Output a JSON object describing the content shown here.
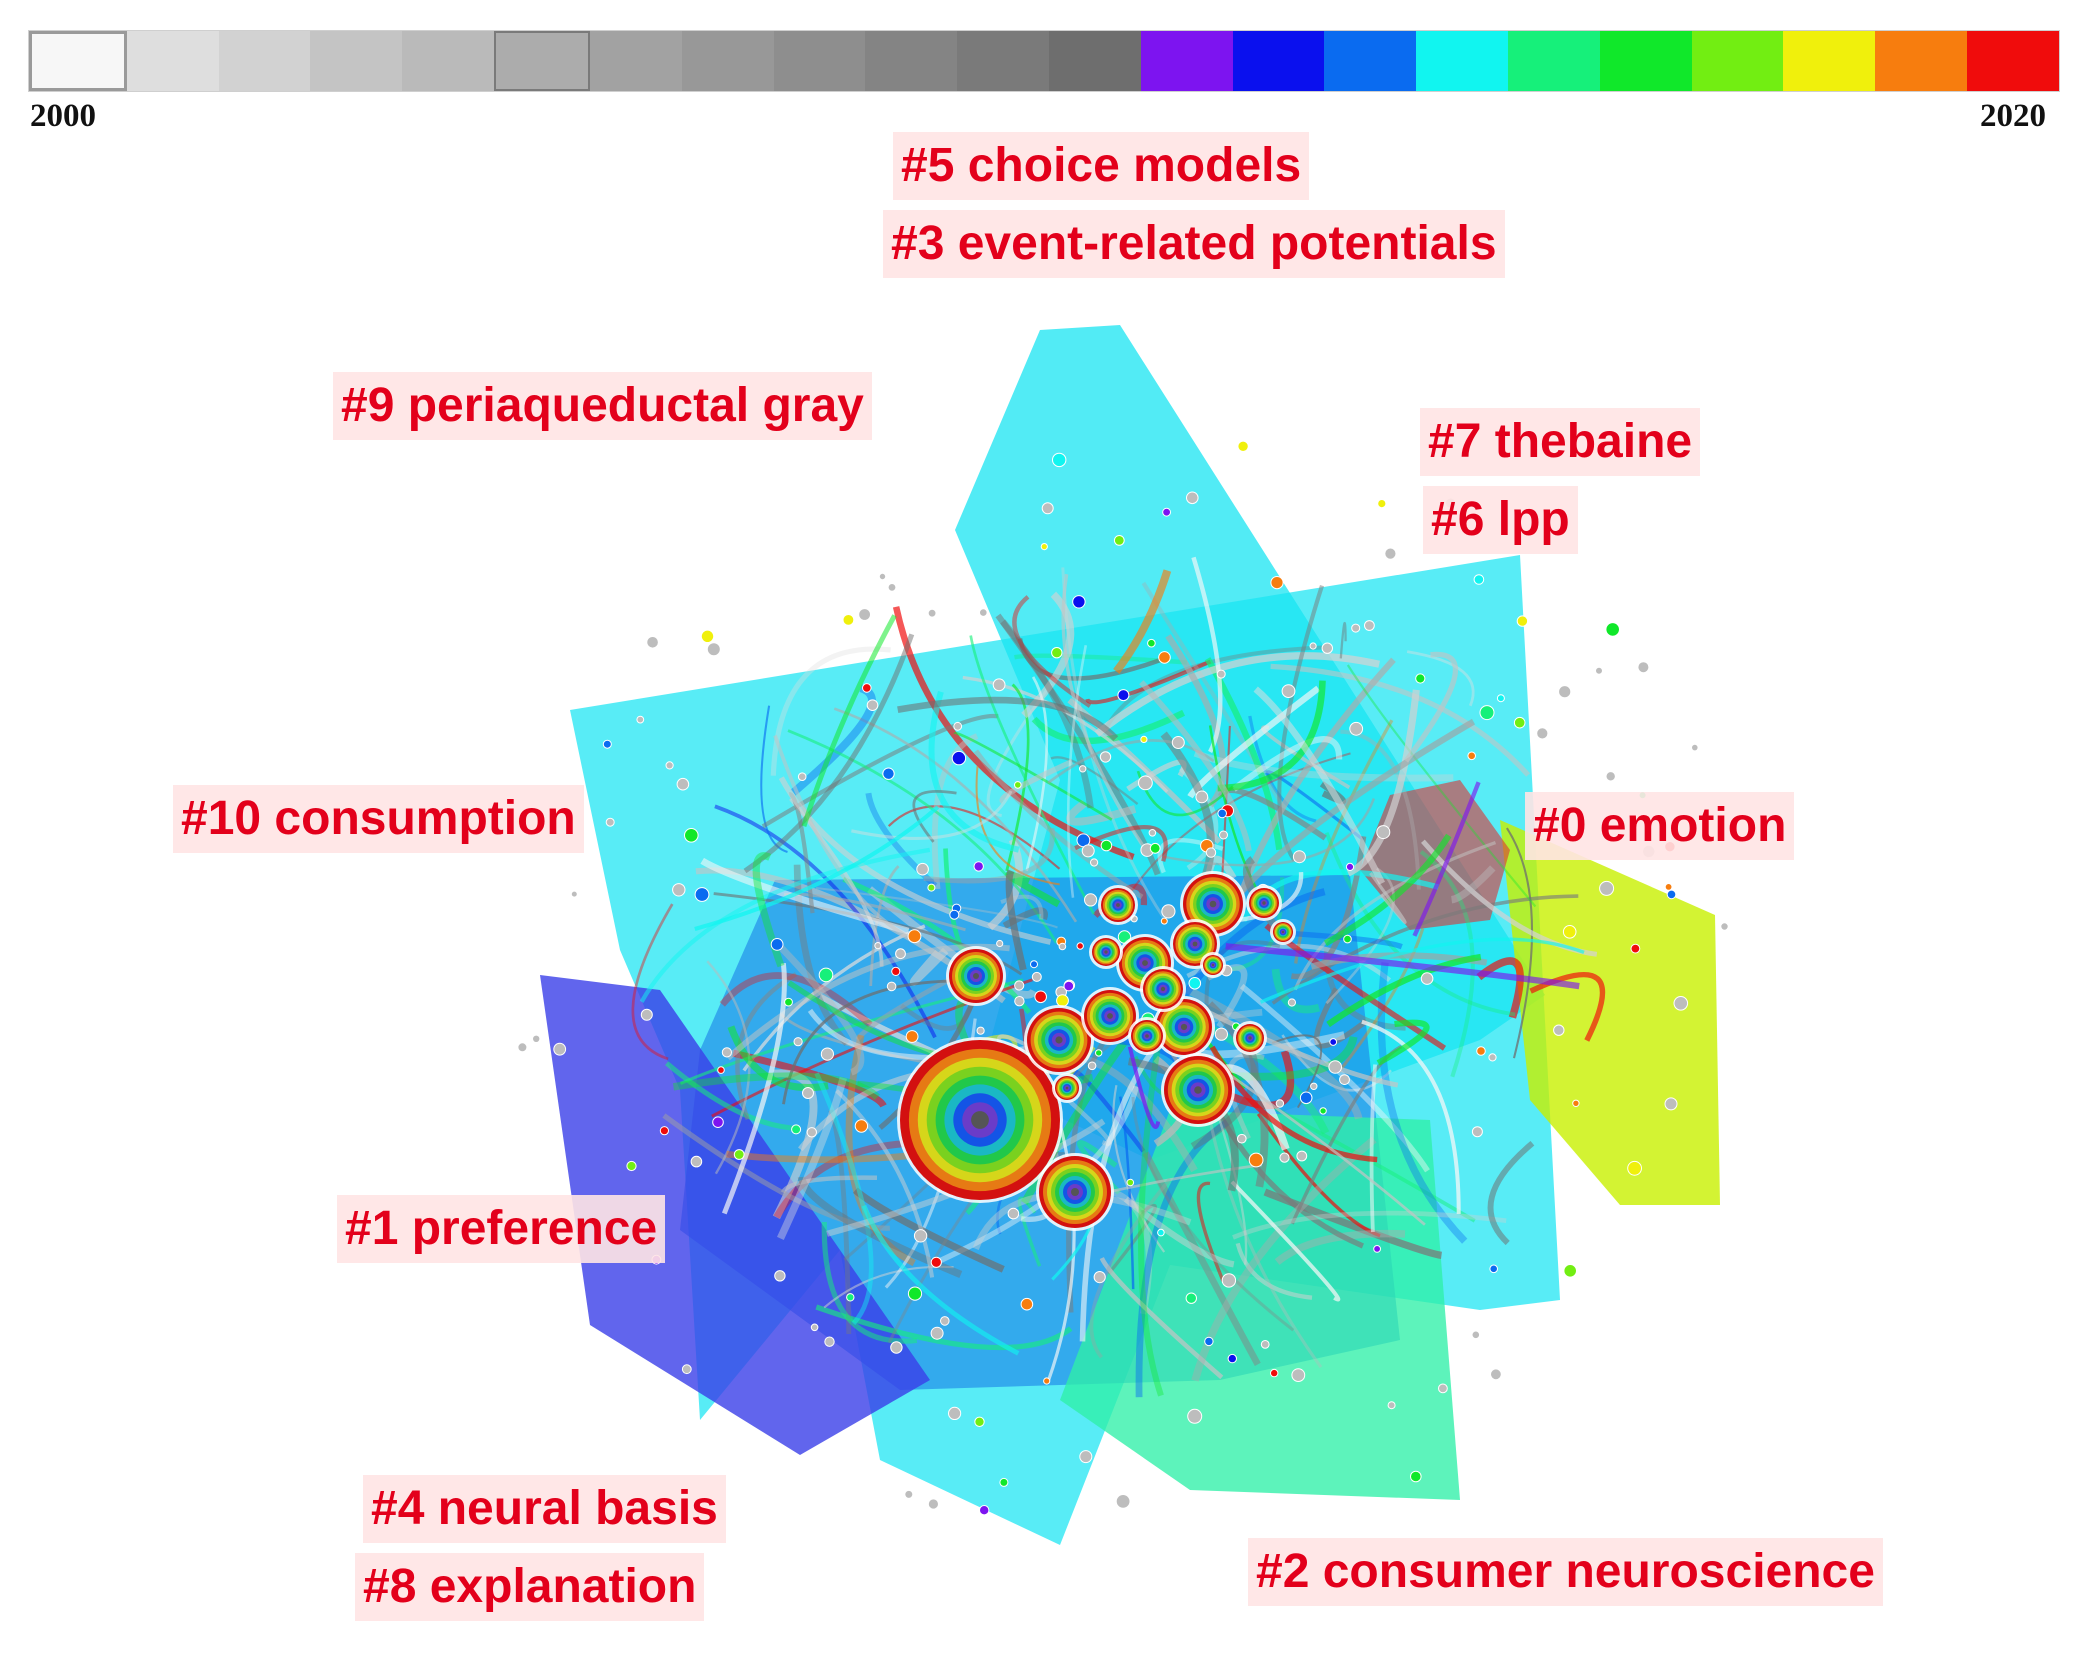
{
  "timeline": {
    "start_year": "2000",
    "end_year": "2020",
    "colors": [
      "#f7f7f7",
      "#dedede",
      "#d2d2d2",
      "#c4c4c4",
      "#bababa",
      "#acacac",
      "#a2a2a2",
      "#989898",
      "#8e8e8e",
      "#848484",
      "#7a7a7a",
      "#6e6e6e",
      "#7d14f0",
      "#0a10ee",
      "#0a6bf0",
      "#11f5f0",
      "#16f07a",
      "#10e82a",
      "#72ee12",
      "#f0f00c",
      "#f77d0e",
      "#f00c0c"
    ]
  },
  "clusters": [
    {
      "id": "cluster-5",
      "label": "#5 choice models"
    },
    {
      "id": "cluster-3",
      "label": "#3 event-related potentials"
    },
    {
      "id": "cluster-9",
      "label": "#9 periaqueductal gray"
    },
    {
      "id": "cluster-7",
      "label": "#7 thebaine"
    },
    {
      "id": "cluster-6",
      "label": "#6 lpp"
    },
    {
      "id": "cluster-10",
      "label": "#10 consumption"
    },
    {
      "id": "cluster-0",
      "label": "#0 emotion"
    },
    {
      "id": "cluster-1",
      "label": "#1 preference"
    },
    {
      "id": "cluster-4",
      "label": "#4 neural basis"
    },
    {
      "id": "cluster-8",
      "label": "#8 explanation"
    },
    {
      "id": "cluster-2",
      "label": "#2 consumer neuroscience"
    }
  ],
  "hull_colors": {
    "cyan": "#18e4f2",
    "blue": "#1a7fe8",
    "indigo": "#3a3ee8",
    "lime": "#c8f000",
    "green": "#30f0a8",
    "red": "#dd3333"
  }
}
